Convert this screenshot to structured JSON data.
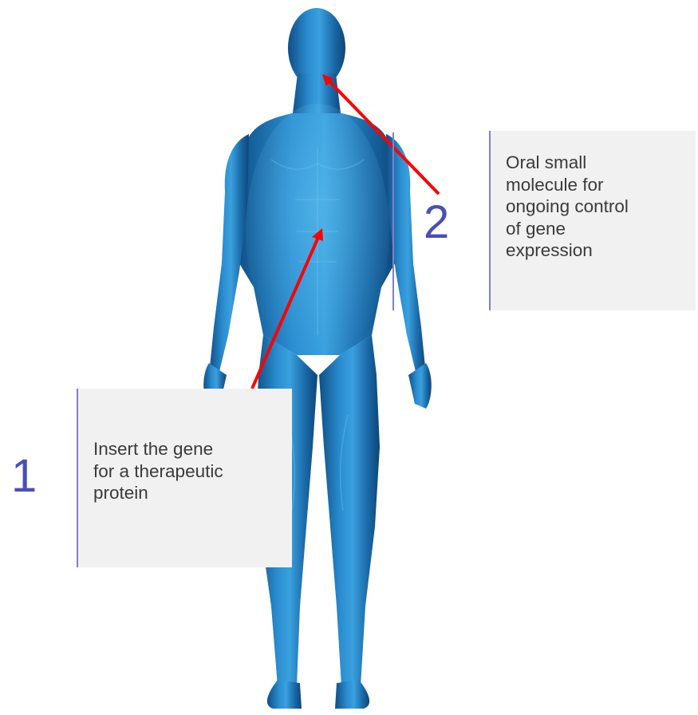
{
  "callouts": [
    {
      "number": "1",
      "text": "Insert the gene\nfor a therapeutic\nprotein"
    },
    {
      "number": "2",
      "text": "Oral small\nmolecule for\nongoing control\nof gene\nexpression"
    }
  ],
  "colors": {
    "body_figure": "#1f86c9",
    "arrow": "#ff0000",
    "number": "#4a4fb6",
    "callout_border": "#7e80c8",
    "callout_bg": "#f1f1f1"
  },
  "icons": [
    "human-body-figure",
    "arrow-to-abdomen",
    "arrow-to-neck"
  ]
}
